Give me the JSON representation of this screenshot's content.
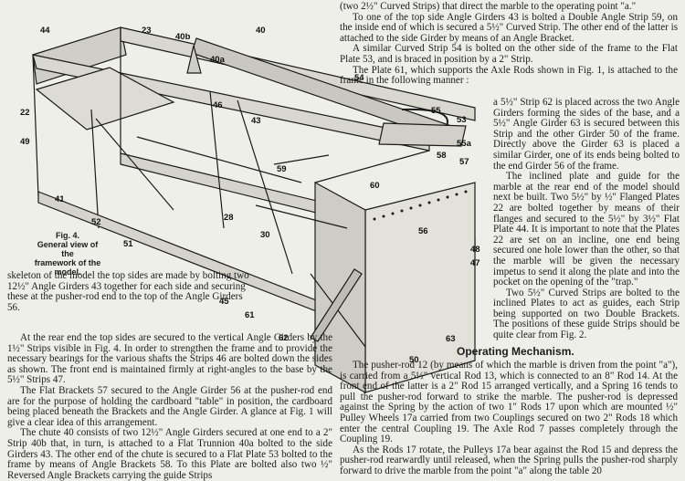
{
  "figure": {
    "caption_line1": "Fig. 4.",
    "caption_line2": "General view of the",
    "caption_line3": "framework of the",
    "caption_line4": "model.",
    "labels": [
      "44",
      "23",
      "40b",
      "40",
      "40a",
      "22",
      "49",
      "46",
      "43",
      "54",
      "55",
      "53",
      "55a",
      "58",
      "57",
      "59",
      "60",
      "41",
      "52",
      "51",
      "28",
      "30",
      "56",
      "48",
      "47",
      "45",
      "61",
      "62",
      "63",
      "50"
    ]
  },
  "right_column": {
    "p1": "(two 2½\" Curved Strips) that direct the marble to the operating point \"a.\"",
    "p2": "To one of the top side Angle Girders 43 is bolted a Double Angle Strip 59, on the inside end of which is secured a 5½\" Curved Strip. The other end of the latter is attached to the side Girder by means of an Angle Bracket.",
    "p3": "A similar Curved Strip 54 is bolted on the other side of the frame to the Flat Plate 53, and is braced in position by a 2\" Strip.",
    "p4": "The Plate 61, which supports the Axle Rods shown in Fig. 1, is attached to the frame in the following manner :"
  },
  "narrow_column": {
    "p1": "a 5½\" Strip 62 is placed across the two Angle Girders forming the sides of the base, and a 5½\" Angle Girder 63 is secured between this Strip and the other Girder 50 of the frame. Directly above the Girder 63 is placed a similar Girder, one of its ends being bolted to the end Girder 56 of the frame.",
    "p2": "The inclined plate and guide for the marble at the rear end of the model should next be built. Two 5½\" by ½\" Flanged Plates 22 are bolted together by means of their flanges and secured to the 5½\" by 3½\" Flat Plate 44. It is important to note that the Plates 22 are set on an incline, one end being secured one hole lower than the other, so that the marble will be given the necessary impetus to send it along the plate and into the pocket on the opening of the \"trap.\"",
    "p3": "Two 5½\" Curved Strips are bolted to the inclined Plates to act as guides, each Strip being supported on two Double Brackets. The positions of these guide Strips should be quite clear from Fig. 2."
  },
  "left_column": {
    "p1": "skeleton of the model the top sides are made by bolting two 12½\" Angle Girders 43 together for each side and securing these at the pusher-rod end to the top of the Angle Girders 56.",
    "p2": "At the rear end the top sides are secured to the vertical Angle Girders by the 1½\" Strips visible in Fig. 4. In order to strengthen the frame and to provide the necessary bearings for the various shafts the Strips 46 are bolted down the sides as shown. The front end is maintained firmly at right-angles to the base by the 5½\" Strips 47.",
    "p3": "The Flat Brackets 57 secured to the Angle Girder 56 at the pusher-rod end are for the purpose of holding the cardboard \"table\" in position, the cardboard being placed beneath the Brackets and the Angle Girder. A glance at Fig. 1 will give a clear idea of this arrangement.",
    "p4": "The chute 40 consists of two 12½\" Angle Girders secured at one end to a 2\" Strip 40b that, in turn, is attached to a Flat Trunnion 40a bolted to the side Girders 43. The other end of the chute is secured to a Flat Plate 53 bolted to the frame by means of Angle Brackets 58. To this Plate are bolted also two ½\" Reversed Angle Brackets carrying the guide Strips"
  },
  "operating": {
    "heading": "Operating Mechanism.",
    "p1": "The pusher-rod 12 (by means of which the marble is driven from the point \"a\"), is carried from a 5½\" vertical Rod 13, which is connected to an 8\" Rod 14. At the front end of the latter is a 2\" Rod 15 arranged vertically, and a Spring 16 tends to pull the pusher-rod forward to strike the marble. The pusher-rod is depressed against the Spring by the action of two 1\" Rods 17 upon which are mounted ½\" Pulley Wheels 17a carried from two Couplings secured on two 2\" Rods 18 which enter the central Coupling 19. The Axle Rod 7 passes completely through the Coupling 19.",
    "p2": "As the Rods 17 rotate, the Pulleys 17a bear against the Rod 15 and depress the pusher-rod rearwardly until released, when the Spring pulls the pusher-rod sharply forward to drive the marble from the point \"a\" along the table 20"
  }
}
